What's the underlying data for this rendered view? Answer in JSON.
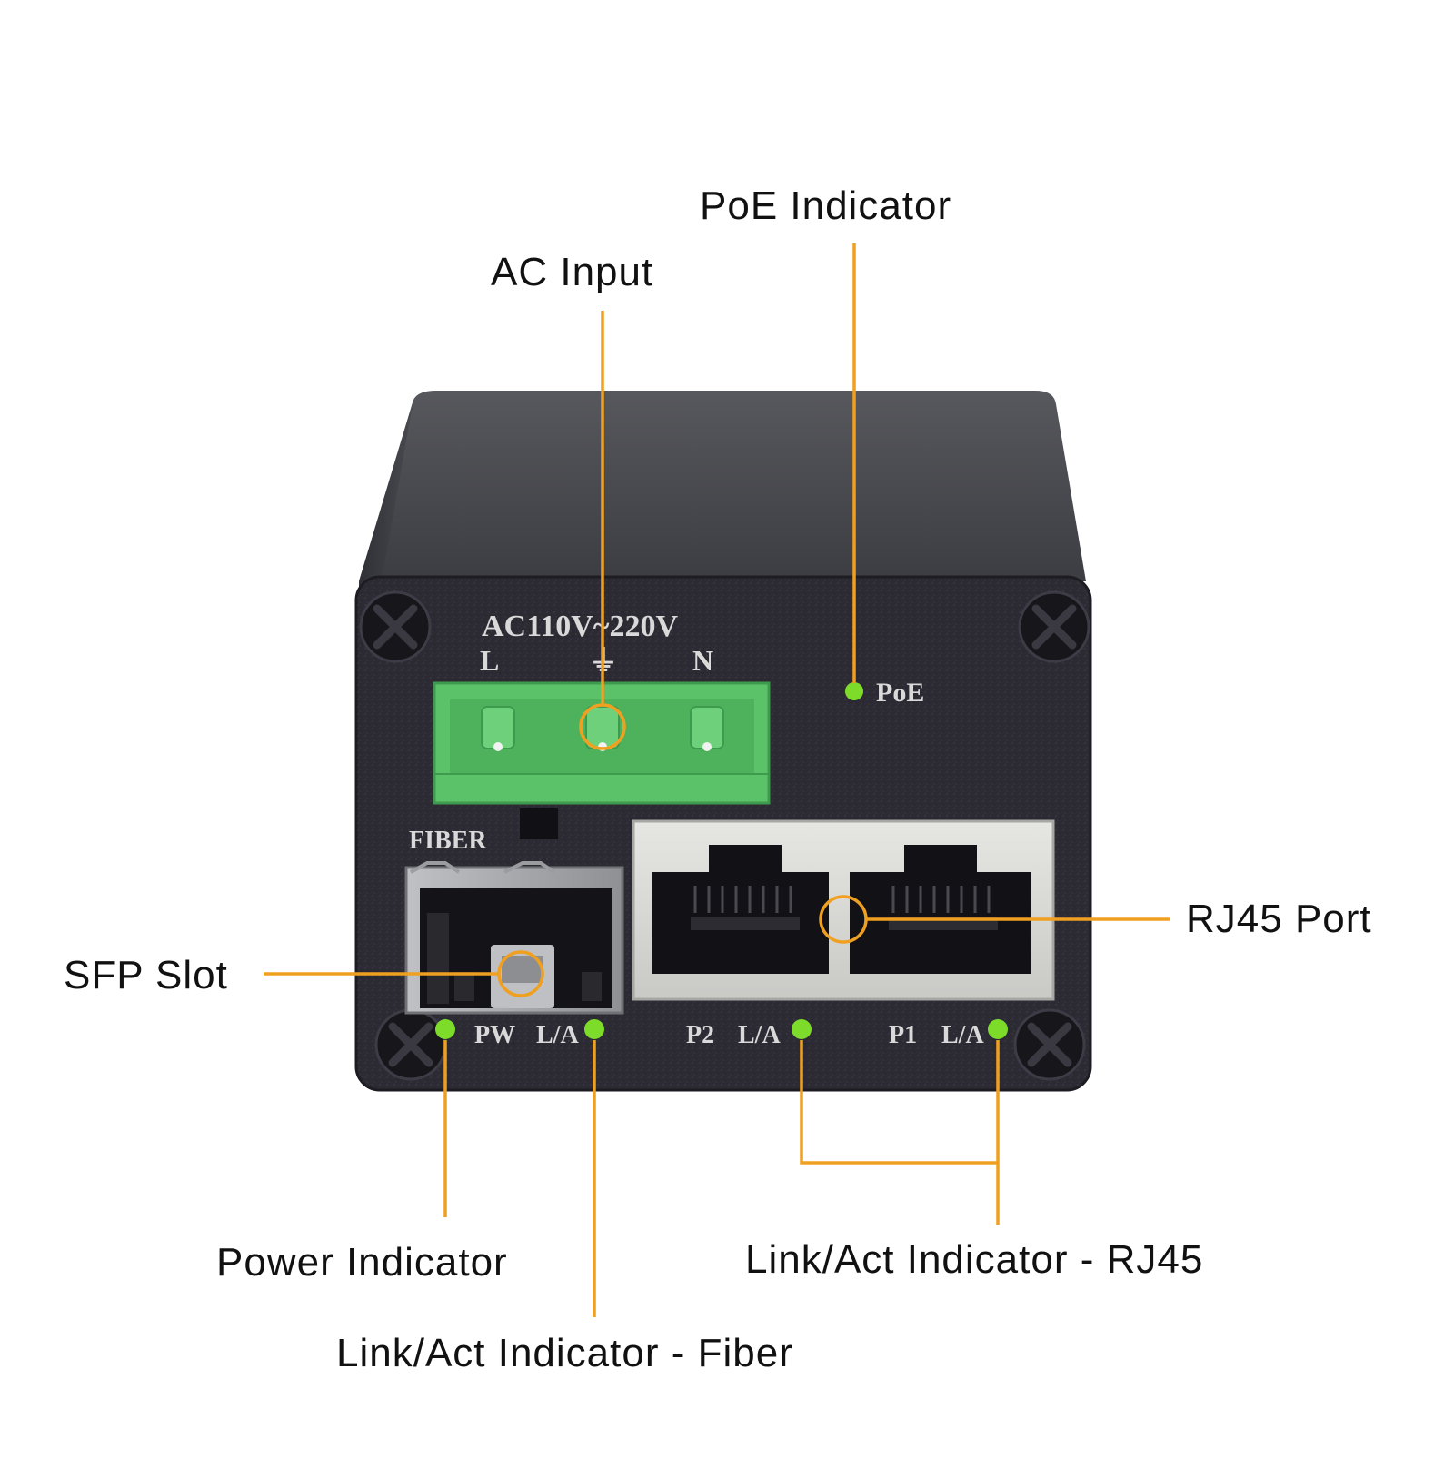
{
  "callouts": {
    "poe_indicator": "PoE Indicator",
    "ac_input": "AC Input",
    "rj45_port": "RJ45 Port",
    "sfp_slot": "SFP Slot",
    "power_indicator": "Power Indicator",
    "link_act_rj45": "Link/Act Indicator - RJ45",
    "link_act_fiber": "Link/Act Indicator - Fiber"
  },
  "panel_print": {
    "voltage": "AC110V~220V",
    "terminal_l": "L",
    "terminal_ground": "⏚",
    "terminal_n": "N",
    "poe": "PoE",
    "fiber": "FIBER",
    "pw": "PW",
    "fiber_la": "L/A",
    "p2": "P2",
    "p2_la": "L/A",
    "p1": "P1",
    "p1_la": "L/A"
  },
  "colors": {
    "callout_line": "#f0a020",
    "led_green": "#7ddc2a",
    "terminal_green": "#5cc26a",
    "panel": "#2b2a33",
    "housing": "#4a4b50"
  }
}
